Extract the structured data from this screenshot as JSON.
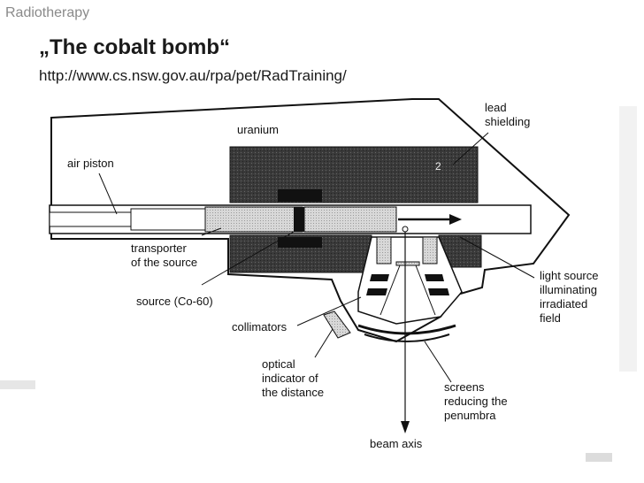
{
  "header": {
    "section": "Radiotherapy"
  },
  "slide": {
    "title": "„The cobalt bomb“",
    "url": "http://www.cs.nsw.gov.au/rpa/pet/RadTraining/"
  },
  "diagram": {
    "labels": {
      "lead_1": "lead",
      "lead_2": "shielding",
      "uranium": "uranium",
      "air_piston": "air piston",
      "transporter_1": "transporter",
      "transporter_2": "of the source",
      "source": "source (Co-60)",
      "collimators": "collimators",
      "optical_1": "optical",
      "optical_2": "indicator of",
      "optical_3": "the distance",
      "light_1": "light source",
      "light_2": "illuminating",
      "light_3": "irradiated",
      "light_4": "field",
      "screens_1": "screens",
      "screens_2": "reducing the",
      "screens_3": "penumbra",
      "beam_axis": "beam axis",
      "marker": "2"
    }
  }
}
